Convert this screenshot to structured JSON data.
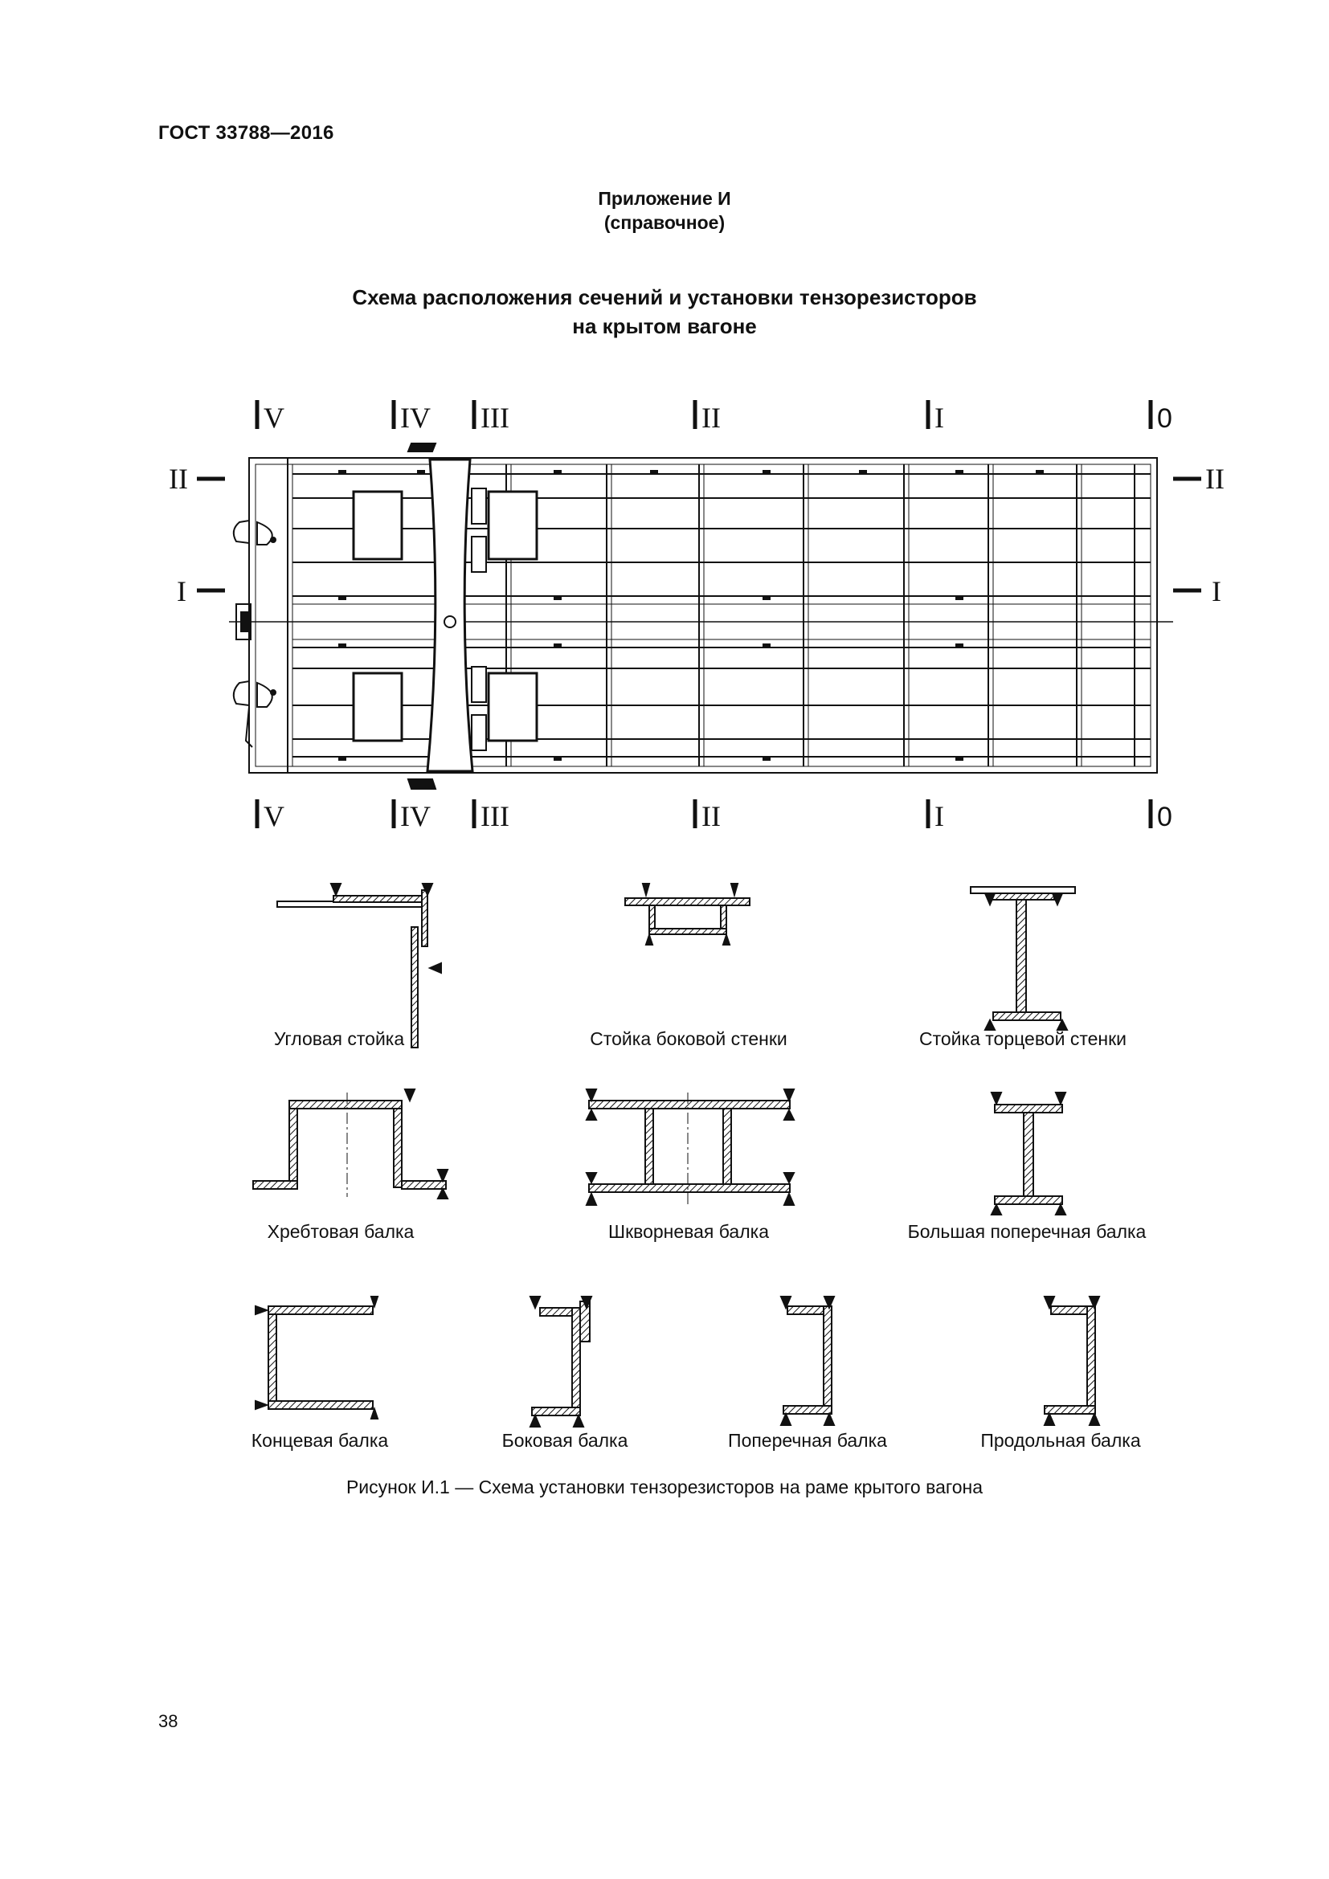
{
  "header": {
    "doc_code": "ГОСТ 33788—2016"
  },
  "appendix": {
    "name": "Приложение И",
    "kind": "(справочное)"
  },
  "title": {
    "line1": "Схема расположения сечений и установки тензорезисторов",
    "line2": "на крытом вагоне"
  },
  "frame": {
    "section_labels": [
      "V",
      "IV",
      "III",
      "II",
      "I",
      "0"
    ],
    "side_labels": [
      "II",
      "I"
    ]
  },
  "sections": [
    {
      "label": "Угловая стойка"
    },
    {
      "label": "Стойка боковой стенки"
    },
    {
      "label": "Стойка торцевой стенки"
    },
    {
      "label": "Хребтовая балка"
    },
    {
      "label": "Шкворневая балка"
    },
    {
      "label": "Большая поперечная балка"
    },
    {
      "label": "Концевая балка"
    },
    {
      "label": "Боковая балка"
    },
    {
      "label": "Поперечная балка"
    },
    {
      "label": "Продольная балка"
    }
  ],
  "figure": {
    "caption": "Рисунок И.1 — Схема установки тензорезисторов на раме крытого вагона"
  },
  "page": {
    "number": "38"
  }
}
